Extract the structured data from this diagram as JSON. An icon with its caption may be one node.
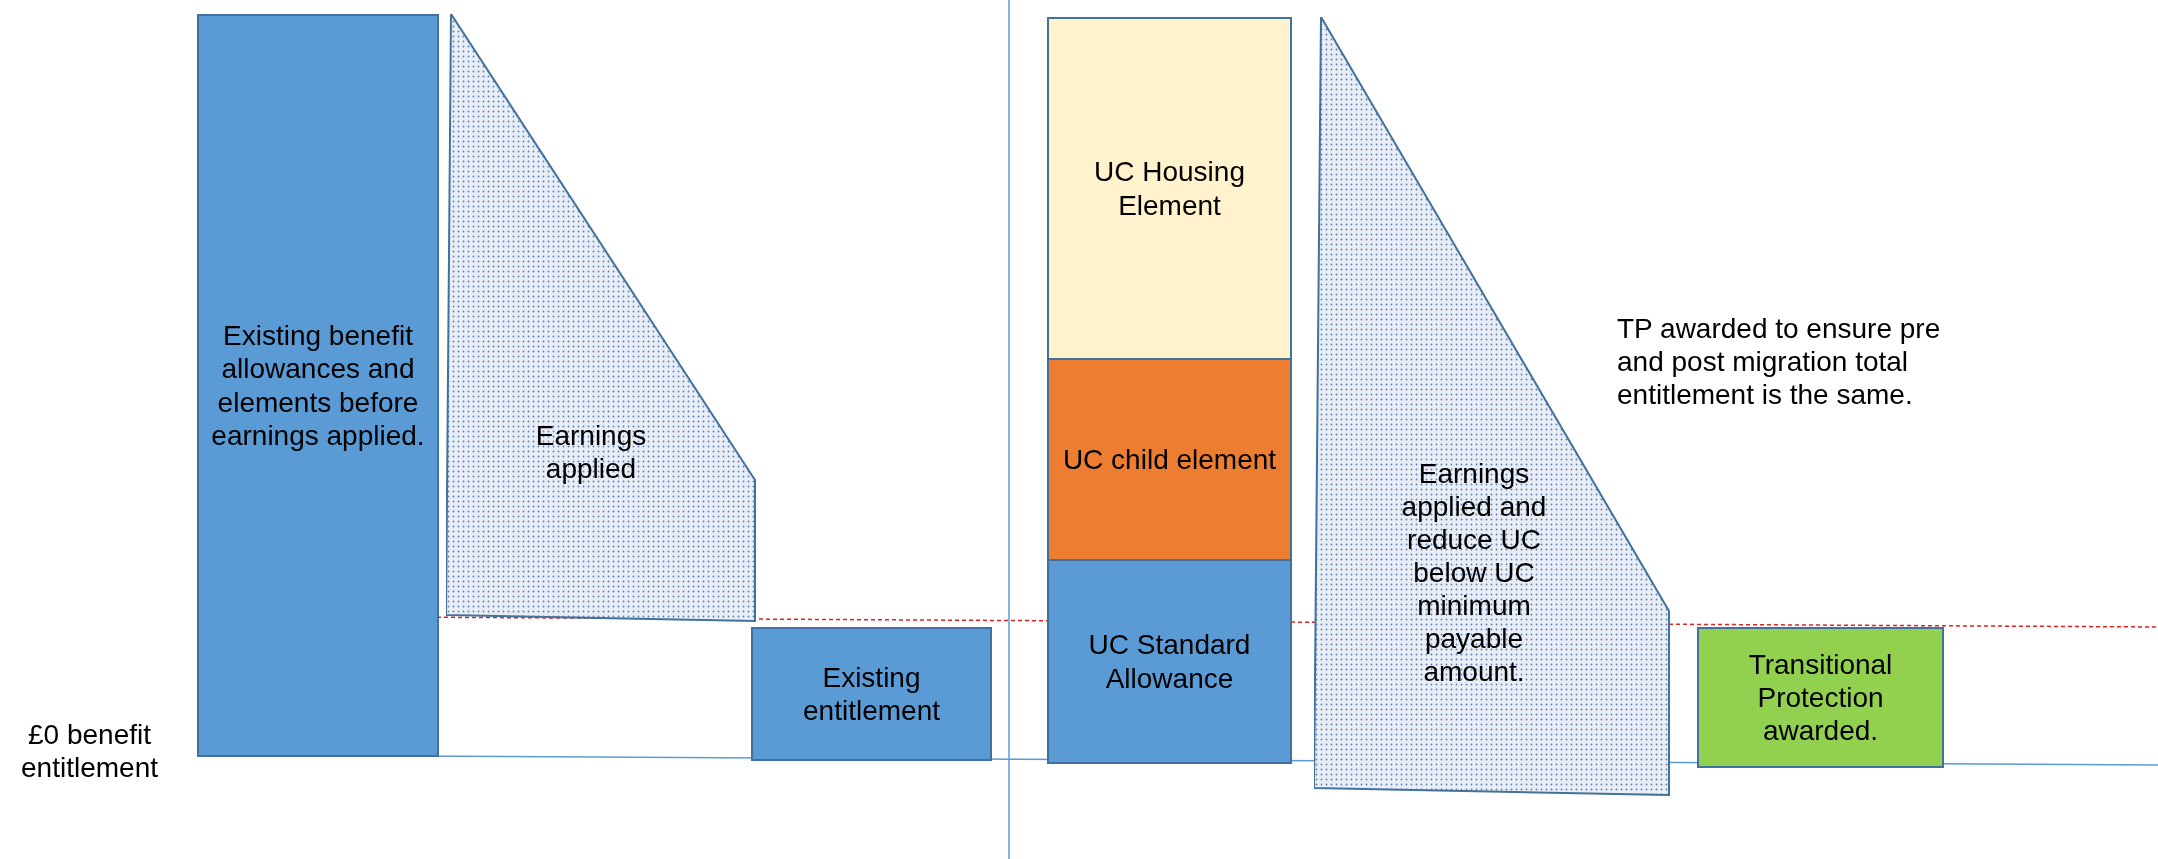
{
  "diagram": {
    "nodes": [
      {
        "text": [
          "Existing benefit allowances and elements before earnings applied."
        ]
      },
      {
        "text": [
          "Earnings applied"
        ]
      },
      {
        "text": [
          "Existing entitlement"
        ]
      },
      {
        "text": [
          "UC Housing Element"
        ]
      },
      {
        "text": [
          "UC child element"
        ]
      },
      {
        "text": [
          "UC Standard Allowance"
        ]
      },
      {
        "text": [
          "Earnings applied and reduce UC below UC minimum payable amount."
        ]
      },
      {
        "text": [
          "Transitional Protection awarded."
        ]
      }
    ],
    "edges": [],
    "labels": [
      "TP awarded to ensure pre and post migration total entitlement is the same.",
      "£0 benefit entitlement"
    ]
  }
}
